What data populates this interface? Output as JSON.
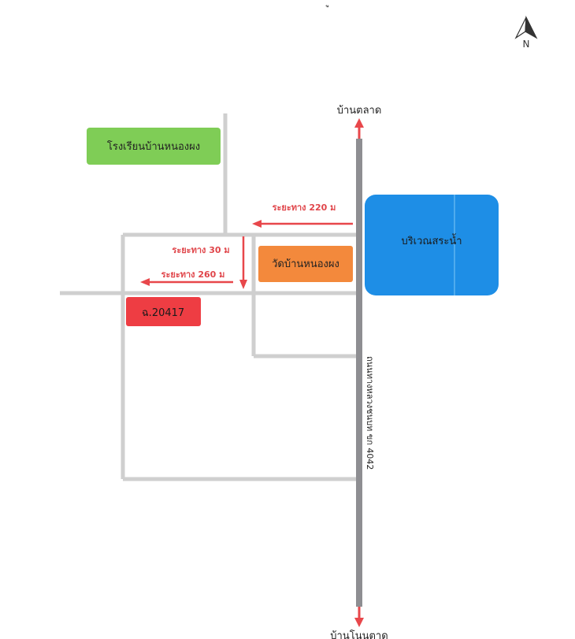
{
  "top_clip_text": "ู",
  "compass": {
    "label": "N",
    "icon": "north-arrow-icon"
  },
  "directions": {
    "north": "บ้านตลาด",
    "south": "บ้านโนนตาด"
  },
  "road": {
    "label": "ถนนทางหลวงชนบท ขก 4042"
  },
  "places": {
    "school": "โรงเรียนบ้านหนองผง",
    "temple": "วัดบ้านหนองผง",
    "water": "บริเวณสระน้ำ",
    "marker": "ฉ.20417"
  },
  "distances": {
    "d220": "ระยะทาง 220 ม",
    "d30": "ระยะทาง 30 ม",
    "d260": "ระยะทาง 260 ม"
  },
  "colors": {
    "road_main": "#8e8e92",
    "road_minor": "#cfcfcf",
    "arrow": "#e8474b",
    "school": "#7fcd56",
    "temple": "#f3893c",
    "water": "#1e8ee6",
    "marker": "#ee3d43",
    "label_red": "#e0454a"
  }
}
